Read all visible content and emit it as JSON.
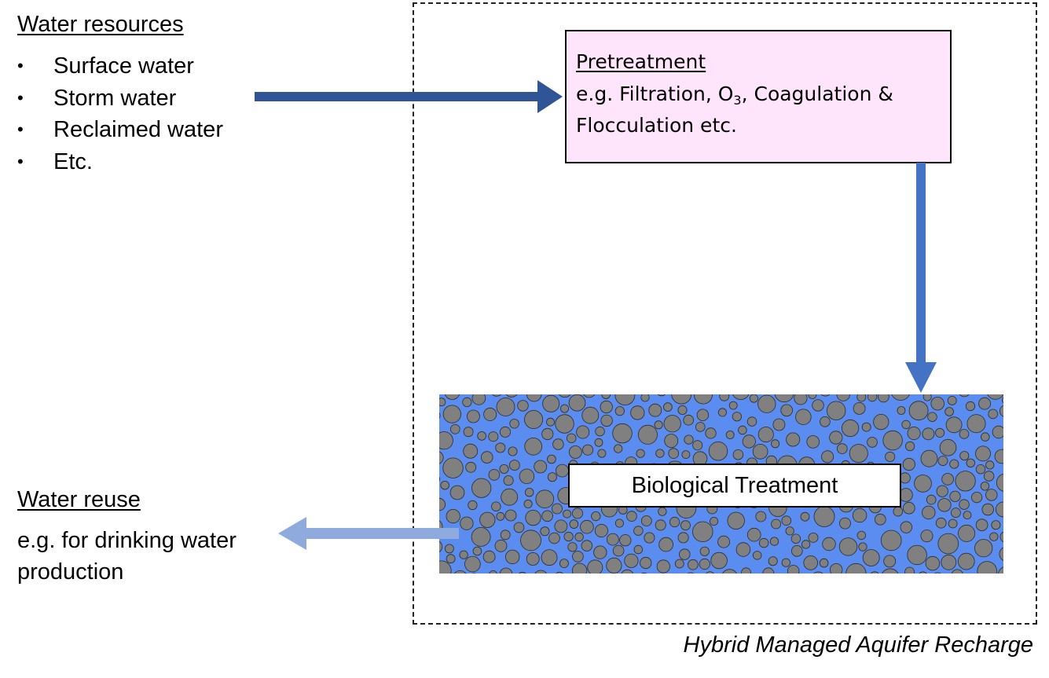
{
  "water_resources": {
    "heading": "Water resources",
    "items": [
      "Surface water",
      "Storm water",
      "Reclaimed water",
      "Etc."
    ]
  },
  "pretreatment": {
    "title": "Pretreatment",
    "desc_line1_before_sub": "e.g. Filtration, O",
    "desc_line1_sub": "3",
    "desc_line1_after_sub": ", Coagulation &",
    "desc_line2": "Flocculation etc."
  },
  "biological_treatment": {
    "label": "Biological Treatment"
  },
  "water_reuse": {
    "heading": "Water reuse",
    "line1": "e.g. for drinking water",
    "line2": "production"
  },
  "system_caption": "Hybrid Managed Aquifer Recharge",
  "colors": {
    "arrow_inflow": "#2f5597",
    "arrow_down": "#4472c4",
    "arrow_reuse": "#8faadc",
    "aquifer_water": "#5b8cf0",
    "aquifer_grain": "#808080",
    "pretreatment_fill": "#ffe5fb"
  }
}
